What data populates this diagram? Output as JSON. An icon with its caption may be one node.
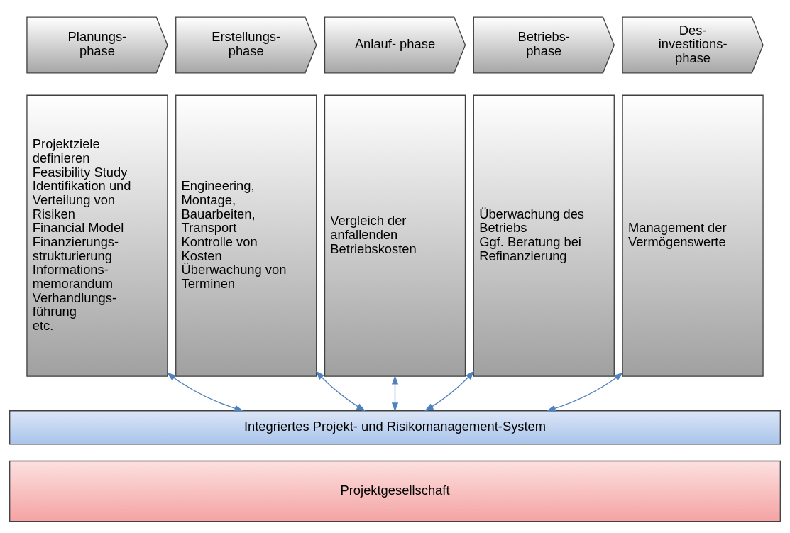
{
  "diagram": {
    "nodes": [
      {
        "text": [
          "Planungs- phase"
        ]
      },
      {
        "text": [
          "Erstellungs- phase"
        ]
      },
      {
        "text": [
          "Anlauf- phase"
        ]
      },
      {
        "text": [
          "Betriebs- phase"
        ]
      },
      {
        "text": [
          "Des- investitions- phase"
        ]
      },
      {
        "text": [
          "Projektziele definieren",
          "Feasibility Study",
          "Identifikation und Verteilung von Risiken",
          "Financial Model",
          "Finanzierungs- strukturierung",
          "Informations- memorandum",
          "Verhandlungs- führung",
          "etc."
        ]
      },
      {
        "text": [
          "Engineering, Montage, Bauarbeiten, Transport",
          "Kontrolle von Kosten",
          "Überwachung von Terminen"
        ]
      },
      {
        "text": [
          "Vergleich der anfallenden Betriebskosten"
        ]
      },
      {
        "text": [
          "Überwachung des Betriebs",
          "Ggf. Beratung bei Refinanzierung"
        ]
      },
      {
        "text": [
          "Management der Vermögenswerte"
        ]
      },
      {
        "text": [
          "Integriertes Projekt- und Risikomanagement-System"
        ]
      },
      {
        "text": [
          "Projektgesellschaft"
        ]
      }
    ],
    "edges": [
      {
        "from": 5,
        "to": 10,
        "arrow": "both",
        "color": "#4f81bd"
      },
      {
        "from": 6,
        "to": 10,
        "arrow": "both",
        "color": "#4f81bd"
      },
      {
        "from": 7,
        "to": 10,
        "arrow": "both",
        "color": "#4f81bd"
      },
      {
        "from": 8,
        "to": 10,
        "arrow": "both",
        "color": "#4f81bd"
      },
      {
        "from": 9,
        "to": 10,
        "arrow": "both",
        "color": "#4f81bd"
      }
    ]
  }
}
